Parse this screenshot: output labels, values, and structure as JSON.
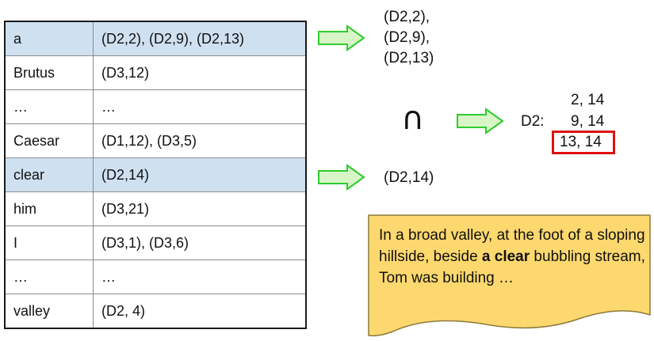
{
  "index": {
    "rows": [
      {
        "term": "a",
        "postings": "(D2,2), (D2,9), (D2,13)",
        "highlight": true
      },
      {
        "term": "Brutus",
        "postings": "(D3,12)",
        "highlight": false
      },
      {
        "term": "…",
        "postings": "…",
        "highlight": false
      },
      {
        "term": "Caesar",
        "postings": "(D1,12), (D3,5)",
        "highlight": false
      },
      {
        "term": "clear",
        "postings": "(D2,14)",
        "highlight": true
      },
      {
        "term": "him",
        "postings": "(D3,21)",
        "highlight": false
      },
      {
        "term": "I",
        "postings": "(D3,1), (D3,6)",
        "highlight": false
      },
      {
        "term": "…",
        "postings": "…",
        "highlight": false
      },
      {
        "term": "valley",
        "postings": "(D2, 4)",
        "highlight": false
      }
    ]
  },
  "result_a": [
    "(D2,2),",
    "(D2,9),",
    "(D2,13)"
  ],
  "result_clear": "(D2,14)",
  "intersection": {
    "symbol": "∩",
    "doc_label": "D2:",
    "pairs": [
      "2, 14",
      "9, 14",
      "13, 14"
    ]
  },
  "note": {
    "text_before": "In a broad valley, at the foot of a sloping hillside, beside ",
    "text_bold": "a clear",
    "text_after": " bubbling stream, Tom was building …"
  },
  "colors": {
    "highlight_row": "#cfe0f1",
    "arrow_fill": "#d8f5c8",
    "arrow_stroke": "#2ecc2e",
    "match_box": "#e01010",
    "note_fill": "#fdd86e"
  }
}
